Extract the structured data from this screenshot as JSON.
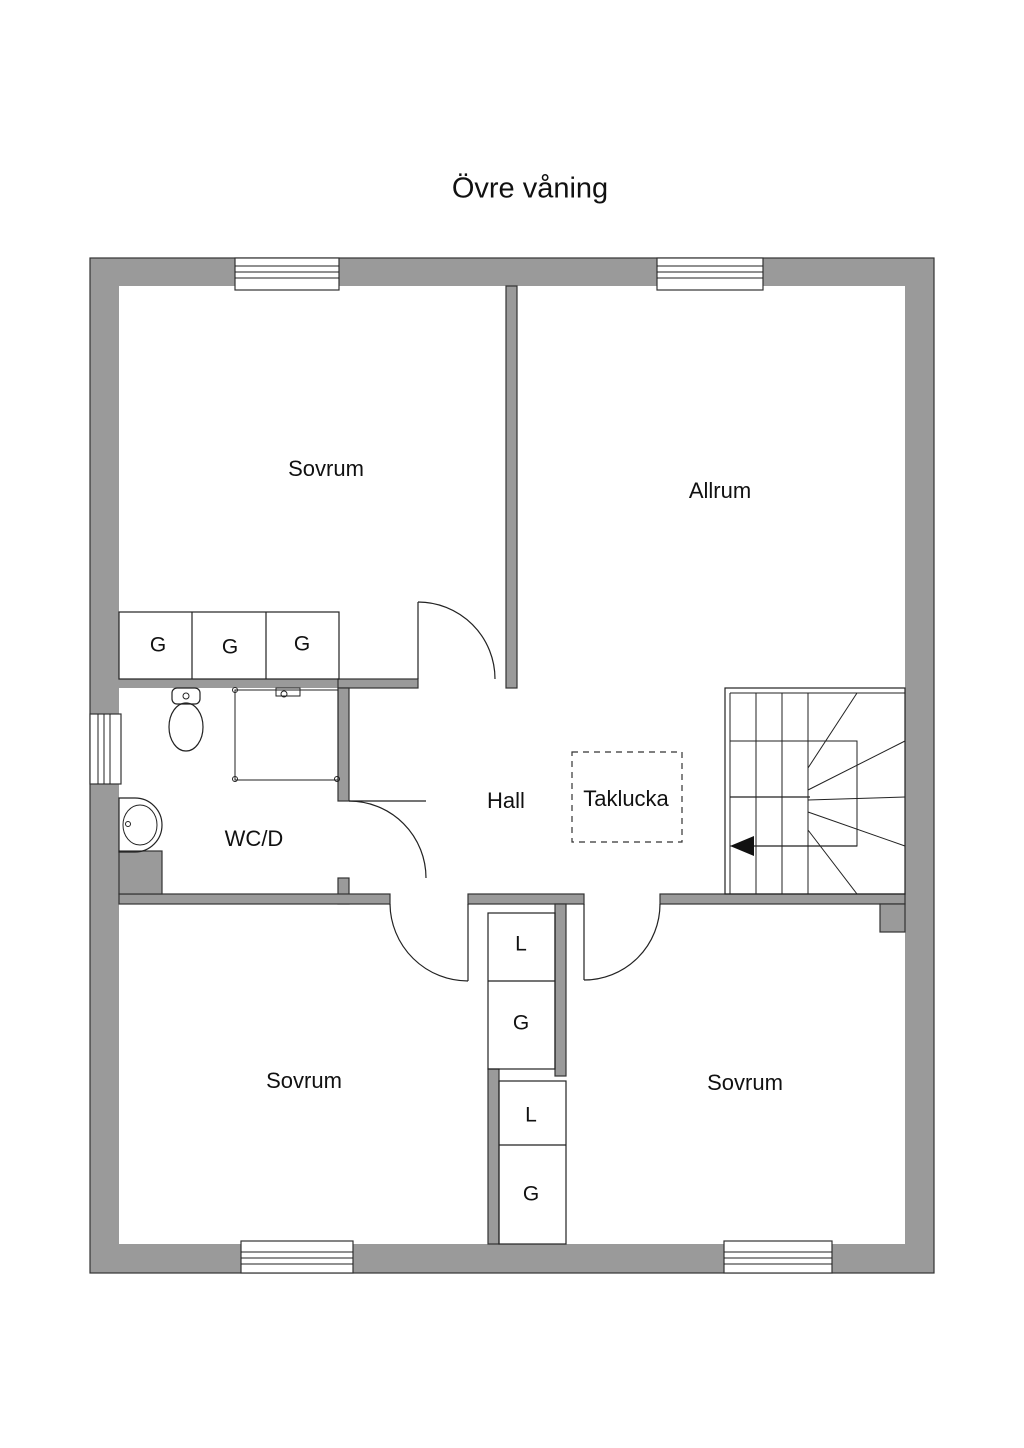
{
  "title": "Övre våning",
  "rooms": {
    "bedroom_top_left": "Sovrum",
    "family_room": "Allrum",
    "hall": "Hall",
    "attic_hatch": "Taklucka",
    "wc": "WC/D",
    "bedroom_bottom_left": "Sovrum",
    "bedroom_bottom_right": "Sovrum"
  },
  "storage": {
    "wardrobe_1": "G",
    "wardrobe_2": "G",
    "wardrobe_3": "G",
    "linen_1": "L",
    "wardrobe_4": "G",
    "linen_2": "L",
    "wardrobe_5": "G"
  },
  "colors": {
    "wall": "#9a9a9a",
    "line": "#222222",
    "background": "#ffffff"
  }
}
